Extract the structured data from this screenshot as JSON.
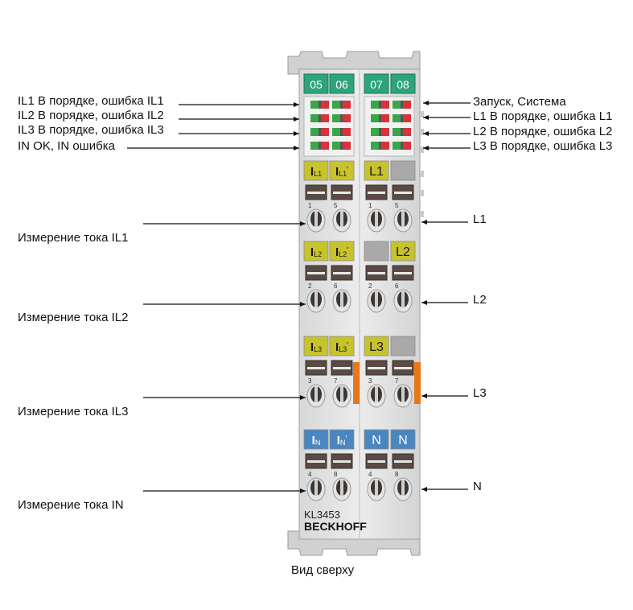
{
  "device": {
    "model": "KL3453",
    "brand": "BECKHOFF",
    "channel_numbers": [
      "05",
      "06",
      "07",
      "08"
    ],
    "terminal_groups": [
      {
        "labels": [
          "IL1",
          "IL1'",
          "L1",
          ""
        ],
        "numbers": [
          "1",
          "5",
          "1",
          "5"
        ]
      },
      {
        "labels": [
          "IL2",
          "IL2'",
          "",
          "L2"
        ],
        "numbers": [
          "2",
          "6",
          "2",
          "6"
        ]
      },
      {
        "labels": [
          "IL3",
          "IL3'",
          "L3",
          ""
        ],
        "numbers": [
          "3",
          "7",
          "3",
          "7"
        ]
      },
      {
        "labels": [
          "IN",
          "IN'",
          "N",
          "N"
        ],
        "numbers": [
          "4",
          "8",
          "4",
          "8"
        ]
      }
    ]
  },
  "left_labels": {
    "led1": "IL1 В порядке, ошибка IL1",
    "led2": "IL2 В порядке, ошибка IL2",
    "led3": "IL3 В порядке, ошибка IL3",
    "led4": "IN OK, IN ошибка",
    "meas1": "Измерение тока IL1",
    "meas2": "Измерение тока IL2",
    "meas3": "Измерение тока IL3",
    "meas4": "Измерение тока IN"
  },
  "right_labels": {
    "led1": "Запуск, Система",
    "led2": "L1 В порядке, ошибка L1",
    "led3": "L2 В порядке, ошибка L2",
    "led4": "L3 В порядке, ошибка L3",
    "term1": "L1",
    "term2": "L2",
    "term3": "L3",
    "term4": "N"
  },
  "caption": "Вид сверху",
  "colors": {
    "green_header": "#2fa37a",
    "yellow_label": "#c7c32c",
    "blue_label": "#4a86bf",
    "gray_label": "#a9a9a9",
    "orange_marker": "#e8771a",
    "led_green": "#3aa64a",
    "led_red": "#d9323a",
    "body_gray": "#e2e3e4"
  }
}
